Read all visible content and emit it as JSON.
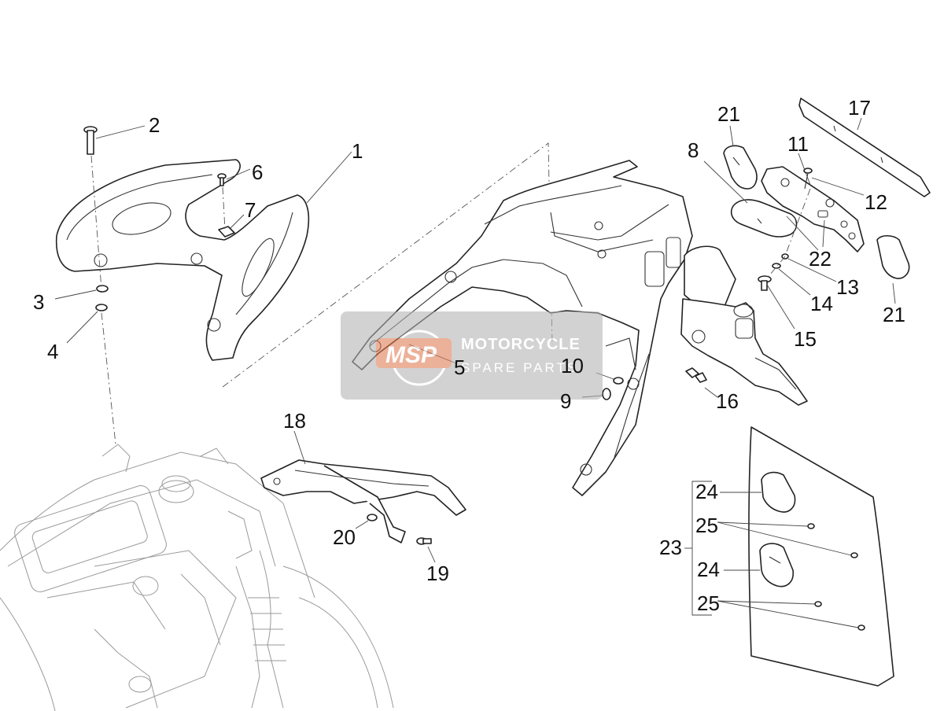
{
  "watermark": {
    "logo": "MSP",
    "title": "MOTORCYCLE",
    "subtitle": "SPARE PARTS"
  },
  "callouts": [
    {
      "id": "c1",
      "label": "1"
    },
    {
      "id": "c2",
      "label": "2"
    },
    {
      "id": "c3",
      "label": "3"
    },
    {
      "id": "c4",
      "label": "4"
    },
    {
      "id": "c5",
      "label": "5"
    },
    {
      "id": "c6",
      "label": "6"
    },
    {
      "id": "c7",
      "label": "7"
    },
    {
      "id": "c8",
      "label": "8"
    },
    {
      "id": "c9",
      "label": "9"
    },
    {
      "id": "c10",
      "label": "10"
    },
    {
      "id": "c11",
      "label": "11"
    },
    {
      "id": "c12",
      "label": "12"
    },
    {
      "id": "c13",
      "label": "13"
    },
    {
      "id": "c14",
      "label": "14"
    },
    {
      "id": "c15",
      "label": "15"
    },
    {
      "id": "c16",
      "label": "16"
    },
    {
      "id": "c17",
      "label": "17"
    },
    {
      "id": "c18",
      "label": "18"
    },
    {
      "id": "c19",
      "label": "19"
    },
    {
      "id": "c20",
      "label": "20"
    },
    {
      "id": "c21a",
      "label": "21"
    },
    {
      "id": "c21b",
      "label": "21"
    },
    {
      "id": "c22",
      "label": "22"
    },
    {
      "id": "c23",
      "label": "23"
    },
    {
      "id": "c24a",
      "label": "24"
    },
    {
      "id": "c24b",
      "label": "24"
    },
    {
      "id": "c25a",
      "label": "25"
    },
    {
      "id": "c25b",
      "label": "25"
    }
  ]
}
